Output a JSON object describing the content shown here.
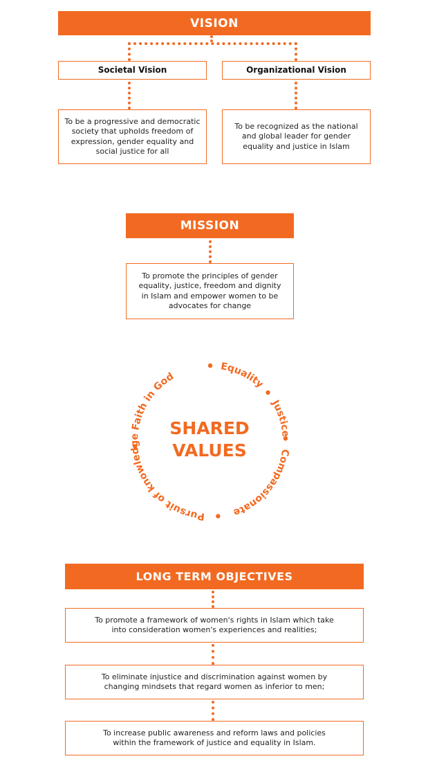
{
  "colors": {
    "accent": "#f26a21",
    "text": "#222222"
  },
  "vision": {
    "title": "VISION",
    "societal": {
      "heading": "Societal Vision",
      "lines": [
        "To be a progressive and democratic",
        "society that upholds freedom of",
        "expression, gender equality and",
        "social justice for all"
      ]
    },
    "organizational": {
      "heading": "Organizational Vision",
      "lines": [
        "To be recognized as the national",
        "and global leader for gender",
        "equality and justice in Islam"
      ]
    }
  },
  "mission": {
    "title": "MISSION",
    "lines": [
      "To promote the principles of  gender",
      "equality, justice, freedom and dignity",
      "in Islam and empower women  to be",
      "advocates for change"
    ]
  },
  "shared_values": {
    "title_line1": "SHARED",
    "title_line2": "VALUES",
    "values": [
      "Faith in God",
      "Equality",
      "Justice",
      "Compassionate",
      "Pursuit of knowledge"
    ]
  },
  "objectives": {
    "title": "LONG TERM OBJECTIVES",
    "items": [
      {
        "lines": [
          "To promote a framework of women's rights in Islam which take",
          "into consideration women's experiences and realities;"
        ]
      },
      {
        "lines": [
          "To eliminate injustice and discrimination against women by",
          "changing mindsets that regard women as inferior to men;"
        ]
      },
      {
        "lines": [
          "To increase public awareness and reform laws and policies",
          "within the framework of justice and equality in Islam."
        ]
      }
    ]
  }
}
